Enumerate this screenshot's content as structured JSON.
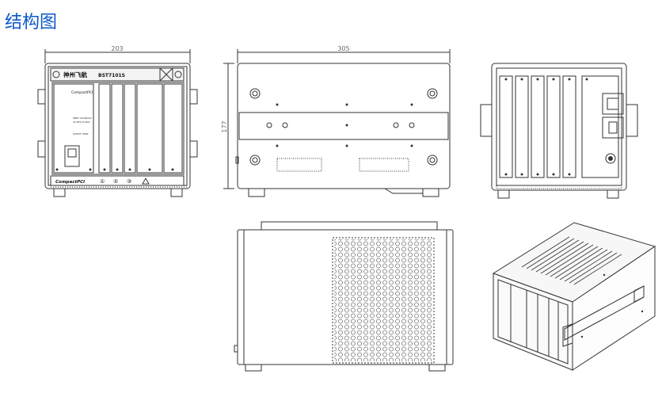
{
  "page": {
    "title": "结构图"
  },
  "front_view": {
    "width_dim": "203",
    "brand_text": "神州飞航",
    "model": "BST7101S",
    "panel_label": "CompactPCI",
    "card_label": "CompactPCI",
    "footer_label": "CompactPCI",
    "slot_numbers": [
      "①",
      "②",
      "③"
    ],
    "card_small_text": [
      "INPUT: 90-264VAC",
      "47-63Hz 3A MAX",
      "OUTPUT: 200W"
    ]
  },
  "side_view": {
    "width_dim": "305",
    "height_dim": "177"
  },
  "colors": {
    "title": "#0a58c9",
    "line": "#333333"
  }
}
